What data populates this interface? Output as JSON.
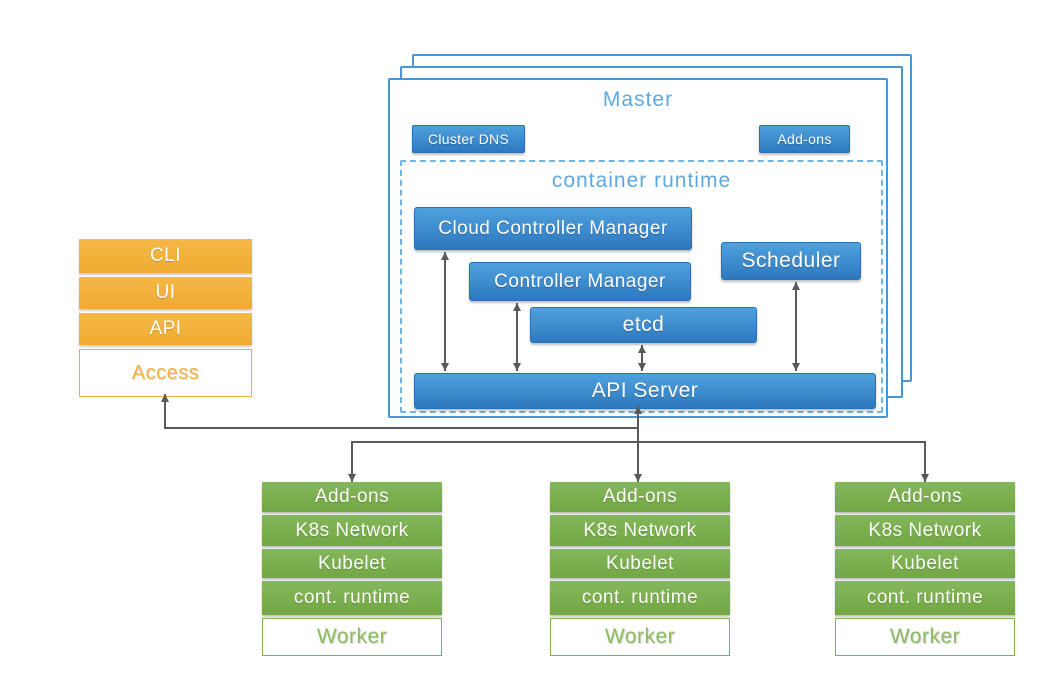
{
  "colors": {
    "blue_fill_top": "#4FA1DE",
    "blue_fill_bottom": "#2E78BF",
    "master_border": "#4A96D2",
    "dashed_border": "#6FB5E8",
    "heading_blue": "#5FA8DF",
    "orange_fill": "#F2B23F",
    "green_fill": "#7DB152",
    "arrow_gray": "#595959"
  },
  "access_panel": {
    "layers": [
      "CLI",
      "UI",
      "API"
    ],
    "label": "Access"
  },
  "master": {
    "title": "Master",
    "badges": {
      "cluster_dns": "Cluster DNS",
      "addons": "Add-ons"
    },
    "container_runtime": {
      "title": "container runtime",
      "cloud_controller_manager": "Cloud Controller Manager",
      "controller_manager": "Controller Manager",
      "scheduler": "Scheduler",
      "etcd": "etcd",
      "api_server": "API Server"
    }
  },
  "workers": [
    {
      "layers": [
        "Add-ons",
        "K8s Network",
        "Kubelet",
        "cont. runtime"
      ],
      "label": "Worker"
    },
    {
      "layers": [
        "Add-ons",
        "K8s Network",
        "Kubelet",
        "cont. runtime"
      ],
      "label": "Worker"
    },
    {
      "layers": [
        "Add-ons",
        "K8s Network",
        "Kubelet",
        "cont. runtime"
      ],
      "label": "Worker"
    }
  ]
}
